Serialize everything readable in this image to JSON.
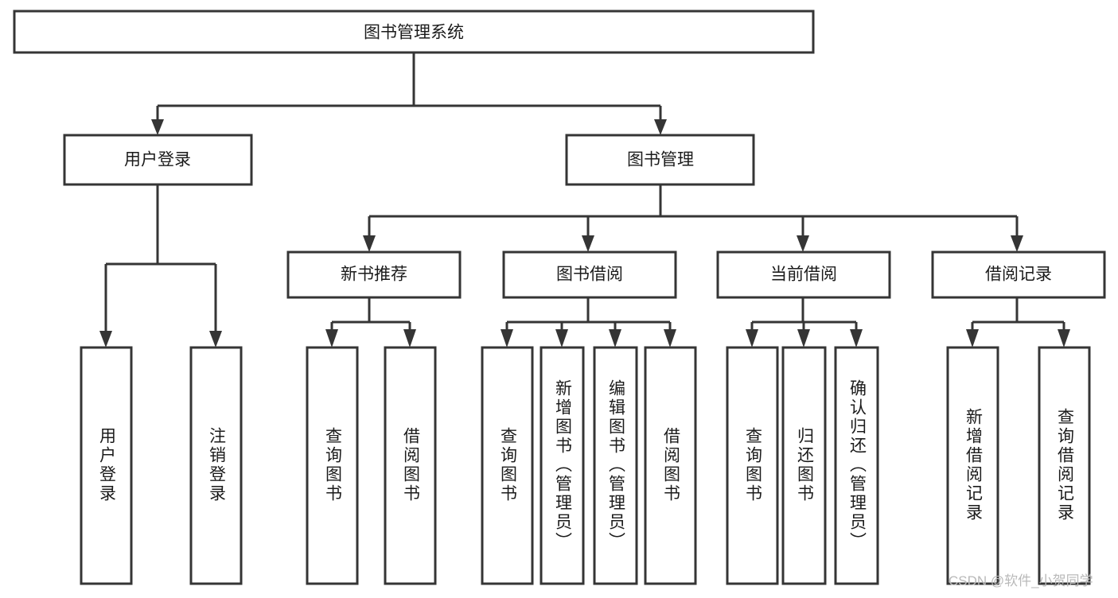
{
  "diagram": {
    "title": "图书管理系统",
    "type": "tree-hierarchy-flowchart",
    "watermark": "CSDN @软件_小贺同学",
    "colors": {
      "stroke": "#353535",
      "fill": "#ffffff",
      "text": "#1b1b1b",
      "watermark": "#b9b9b9",
      "background": "#ffffff"
    },
    "nodes": {
      "root": {
        "label": "图书管理系统",
        "orientation": "horizontal"
      },
      "level2": [
        {
          "id": "user-login",
          "label": "用户登录",
          "orientation": "horizontal"
        },
        {
          "id": "book-management",
          "label": "图书管理",
          "orientation": "horizontal"
        }
      ],
      "level3": [
        {
          "id": "new-book-recommend",
          "label": "新书推荐",
          "orientation": "horizontal"
        },
        {
          "id": "book-borrow",
          "label": "图书借阅",
          "orientation": "horizontal"
        },
        {
          "id": "current-borrow",
          "label": "当前借阅",
          "orientation": "horizontal"
        },
        {
          "id": "borrow-record",
          "label": "借阅记录",
          "orientation": "horizontal"
        }
      ],
      "leaves": [
        {
          "id": "leaf-user-login",
          "label": "用户登录",
          "parent": "user-login",
          "orientation": "vertical"
        },
        {
          "id": "leaf-user-logout",
          "label": "注销登录",
          "parent": "user-login",
          "orientation": "vertical"
        },
        {
          "id": "leaf-query-book-1",
          "label": "查询图书",
          "parent": "new-book-recommend",
          "orientation": "vertical"
        },
        {
          "id": "leaf-borrow-book-1",
          "label": "借阅图书",
          "parent": "new-book-recommend",
          "orientation": "vertical"
        },
        {
          "id": "leaf-query-book-2",
          "label": "查询图书",
          "parent": "book-borrow",
          "orientation": "vertical"
        },
        {
          "id": "leaf-add-book",
          "label": "新增图书（管理员）",
          "parent": "book-borrow",
          "orientation": "vertical"
        },
        {
          "id": "leaf-edit-book",
          "label": "编辑图书（管理员）",
          "parent": "book-borrow",
          "orientation": "vertical"
        },
        {
          "id": "leaf-borrow-book-2",
          "label": "借阅图书",
          "parent": "book-borrow",
          "orientation": "vertical"
        },
        {
          "id": "leaf-query-book-3",
          "label": "查询图书",
          "parent": "current-borrow",
          "orientation": "vertical"
        },
        {
          "id": "leaf-return-book",
          "label": "归还图书",
          "parent": "current-borrow",
          "orientation": "vertical"
        },
        {
          "id": "leaf-confirm-return",
          "label": "确认归还（管理员）",
          "parent": "current-borrow",
          "orientation": "vertical"
        },
        {
          "id": "leaf-add-record",
          "label": "新增借阅记录",
          "parent": "borrow-record",
          "orientation": "vertical"
        },
        {
          "id": "leaf-query-record",
          "label": "查询借阅记录",
          "parent": "borrow-record",
          "orientation": "vertical"
        }
      ]
    }
  }
}
